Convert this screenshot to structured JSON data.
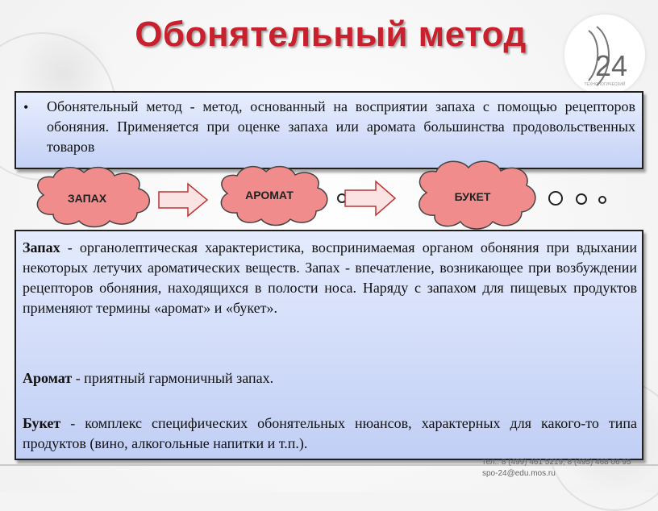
{
  "slide": {
    "title": "Обонятельный метод",
    "logo_caption": "ТЕХНОЛОГИЧЕСКИЙ",
    "definition": {
      "bullet": "•",
      "text": "Обонятельный метод - метод, основанный на восприятии запаха с помощью рецепторов обоняния. Применяется при оценке запаха или аромата большинства продовольственных товаров"
    },
    "clouds": [
      {
        "label": "ЗАПАХ"
      },
      {
        "label": "АРОМАТ"
      },
      {
        "label": "БУКЕТ"
      }
    ],
    "details": {
      "p1_term": "Запах",
      "p1_text": " - органолептическая характеристика, воспринимаемая органом обоняния при вдыхании некоторых летучих ароматических веществ. Запах - впечатление, возникающее при возбуждении рецепторов обоняния, находящихся в полости носа. Наряду с запахом для пищевых продуктов применяют термины «аромат» и «букет».",
      "p2_term": "Аромат",
      "p2_text": " - приятный гармоничный запах.",
      "p3_term": "Букет",
      "p3_text": " - комплекс специфических обонятельных нюансов, характерных для какого-то типа продуктов (вино, алкогольные напитки и т.п.)."
    },
    "contacts": {
      "phone": "тел.: 8 (499) 461 5219;  8 (495) 468 06 95",
      "email": "spo-24@edu.mos.ru"
    }
  },
  "colors": {
    "title": "#c9202e",
    "cloud_fill": "#f08c8c",
    "box_fill": "#c5d2f6"
  }
}
